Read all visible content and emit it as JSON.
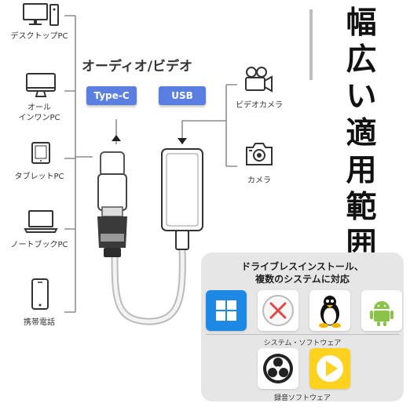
{
  "colors": {
    "accent": "#5a7fe0",
    "line": "#777777",
    "panel": "#e6e6e6"
  },
  "devices": [
    {
      "label": "デスクトップPC",
      "icon": "desktop-pc-icon"
    },
    {
      "label": "オール\nインワンPC",
      "icon": "all-in-one-pc-icon"
    },
    {
      "label": "タブレットPC",
      "icon": "tablet-icon"
    },
    {
      "label": "ノートブックPC",
      "icon": "laptop-icon"
    },
    {
      "label": "携帯電話",
      "icon": "mobile-phone-icon"
    }
  ],
  "header": {
    "audio_video": "オーディオ/ビデオ"
  },
  "ports": {
    "typec": "Type-C",
    "usb": "USB"
  },
  "targets": [
    {
      "label": "ビデオカメラ",
      "icon": "video-camera-icon"
    },
    {
      "label": "カメラ",
      "icon": "camera-icon"
    }
  ],
  "title_chars": [
    "幅",
    "広",
    "い",
    "適",
    "用",
    "範",
    "囲"
  ],
  "panel": {
    "title_line1": "ドライブレスインストール、",
    "title_line2": "複数のシステムに対応",
    "systems_caption": "システム・ソフトウェア",
    "recording_caption": "録音ソフトウェア",
    "os_icons": [
      "windows-logo-icon",
      "macos-logo-icon",
      "linux-tux-icon",
      "android-logo-icon"
    ],
    "app_icons": [
      "obs-logo-icon",
      "media-player-icon"
    ]
  }
}
